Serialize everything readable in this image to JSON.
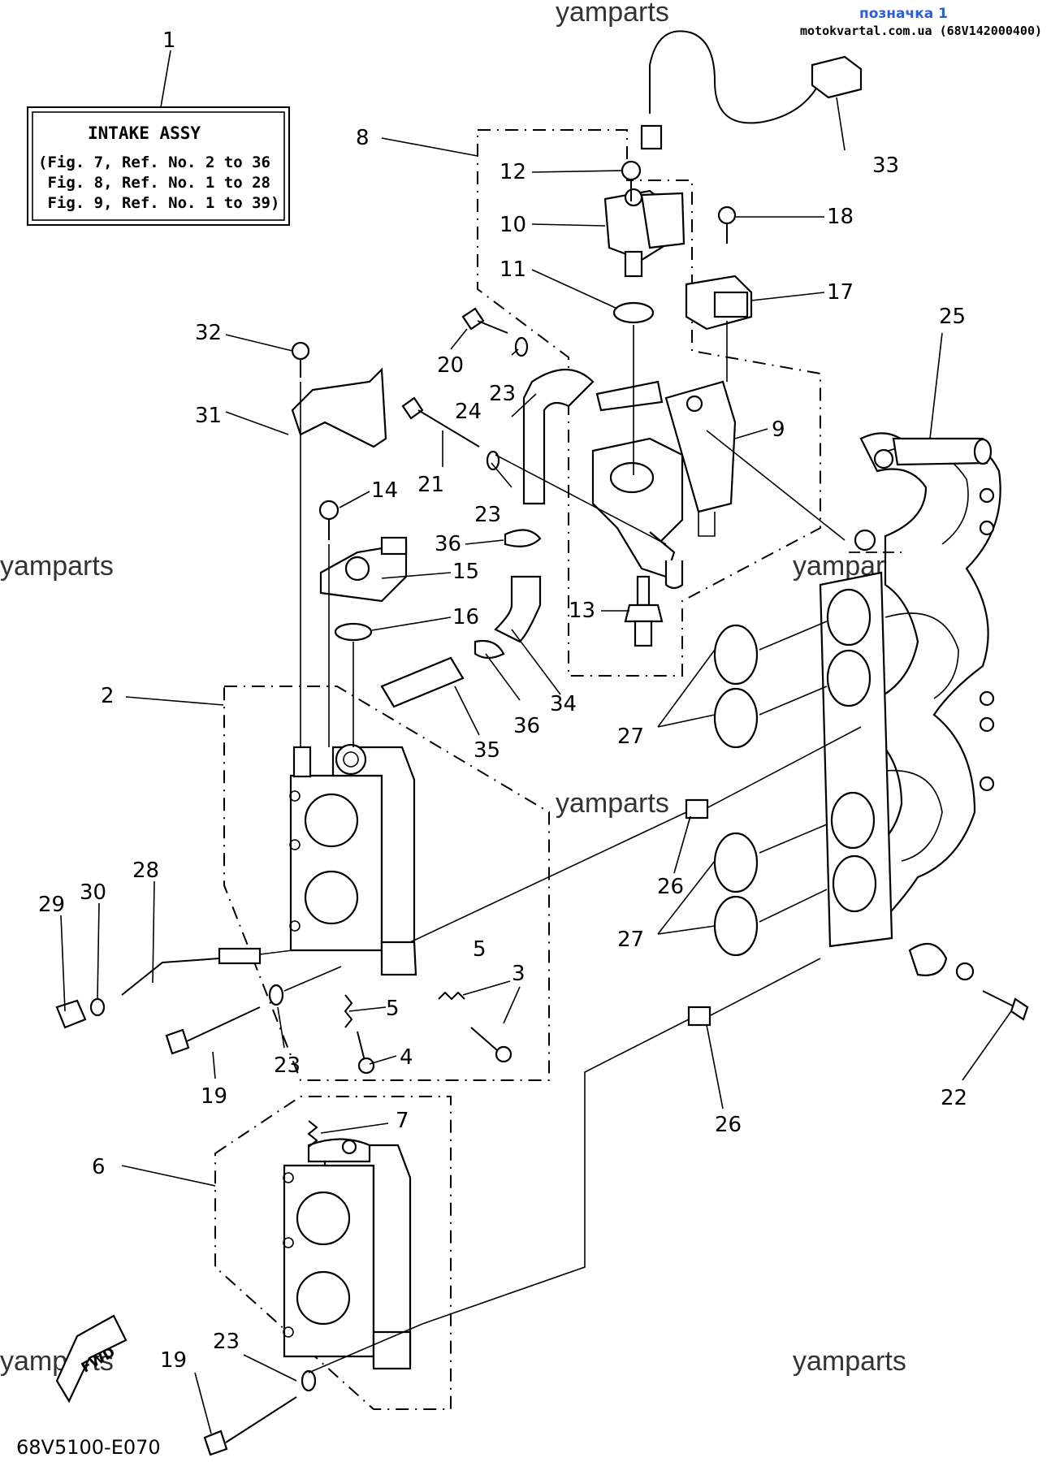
{
  "header": {
    "label": "позначка 1",
    "source": "motokvartal.com.ua (68V142000400)"
  },
  "info_box": {
    "title": "INTAKE ASSY",
    "lines": [
      "(Fig. 7, Ref. No. 2 to 36",
      " Fig. 8, Ref. No. 1 to 28",
      " Fig. 9, Ref. No. 1 to 39)"
    ]
  },
  "watermark": "yamparts",
  "diagram_code": "68V5100-E070",
  "fwd_label": "FWD",
  "callouts": {
    "c1": "1",
    "c2": "2",
    "c3": "3",
    "c4": "4",
    "c5a": "5",
    "c5b": "5",
    "c6": "6",
    "c7": "7",
    "c8": "8",
    "c9": "9",
    "c10": "10",
    "c11": "11",
    "c12": "12",
    "c13": "13",
    "c14": "14",
    "c15": "15",
    "c16": "16",
    "c17": "17",
    "c18": "18",
    "c19a": "19",
    "c19b": "19",
    "c20": "20",
    "c21": "21",
    "c22": "22",
    "c23a": "23",
    "c23b": "23",
    "c23c": "23",
    "c23d": "23",
    "c24": "24",
    "c25": "25",
    "c26a": "26",
    "c26b": "26",
    "c27a": "27",
    "c27b": "27",
    "c28": "28",
    "c29": "29",
    "c30": "30",
    "c31": "31",
    "c32": "32",
    "c33": "33",
    "c34": "34",
    "c35": "35",
    "c36a": "36",
    "c36b": "36"
  }
}
